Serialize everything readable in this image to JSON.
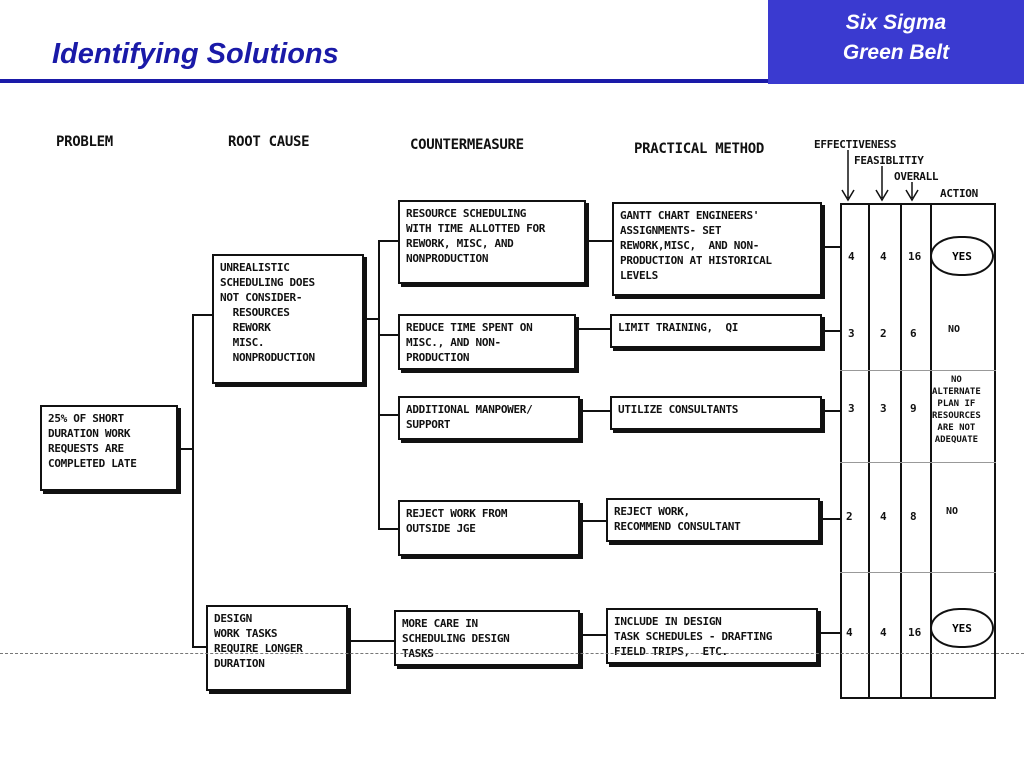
{
  "header": {
    "title": "Identifying Solutions",
    "brand_line1": "Six Sigma",
    "brand_line2": "Green Belt"
  },
  "columns": {
    "problem": "PROBLEM",
    "root_cause": "ROOT CAUSE",
    "countermeasure": "COUNTERMEASURE",
    "practical_method": "PRACTICAL METHOD",
    "effectiveness": "EFFECTIVENESS",
    "feasibility": "FEASIBLITIY",
    "overall": "OVERALL",
    "action": "ACTION"
  },
  "problem": "25% OF SHORT\nDURATION WORK\nREQUESTS ARE\nCOMPLETED LATE",
  "root_causes": [
    "UNREALISTIC\nSCHEDULING DOES\nNOT CONSIDER-\n  RESOURCES\n  REWORK\n  MISC.\n  NONPRODUCTION",
    "DESIGN\nWORK TASKS\nREQUIRE LONGER\nDURATION"
  ],
  "rows": [
    {
      "countermeasure": "RESOURCE SCHEDULING\nWITH TIME ALLOTTED FOR\nREWORK, MISC, AND\nNONPRODUCTION",
      "method": "GANTT CHART ENGINEERS'\nASSIGNMENTS- SET\nREWORK,MISC,  AND NON-\nPRODUCTION AT HISTORICAL\nLEVELS",
      "effectiveness": "4",
      "feasibility": "4",
      "overall": "16",
      "action": "YES"
    },
    {
      "countermeasure": "REDUCE TIME SPENT ON\nMISC., AND NON-\nPRODUCTION",
      "method": "LIMIT TRAINING,  QI",
      "effectiveness": "3",
      "feasibility": "2",
      "overall": "6",
      "action": "NO"
    },
    {
      "countermeasure": "ADDITIONAL MANPOWER/\nSUPPORT",
      "method": "UTILIZE CONSULTANTS",
      "effectiveness": "3",
      "feasibility": "3",
      "overall": "9",
      "action": "NO\nALTERNATE\nPLAN IF\nRESOURCES\nARE NOT\nADEQUATE"
    },
    {
      "countermeasure": "REJECT WORK FROM\nOUTSIDE JGE",
      "method": "REJECT WORK,\nRECOMMEND CONSULTANT",
      "effectiveness": "2",
      "feasibility": "4",
      "overall": "8",
      "action": "NO"
    },
    {
      "countermeasure": "MORE CARE IN\nSCHEDULING DESIGN\nTASKS",
      "method": "INCLUDE IN DESIGN\nTASK SCHEDULES - DRAFTING\nFIELD TRIPS,  ETC.",
      "effectiveness": "4",
      "feasibility": "4",
      "overall": "16",
      "action": "YES"
    }
  ]
}
